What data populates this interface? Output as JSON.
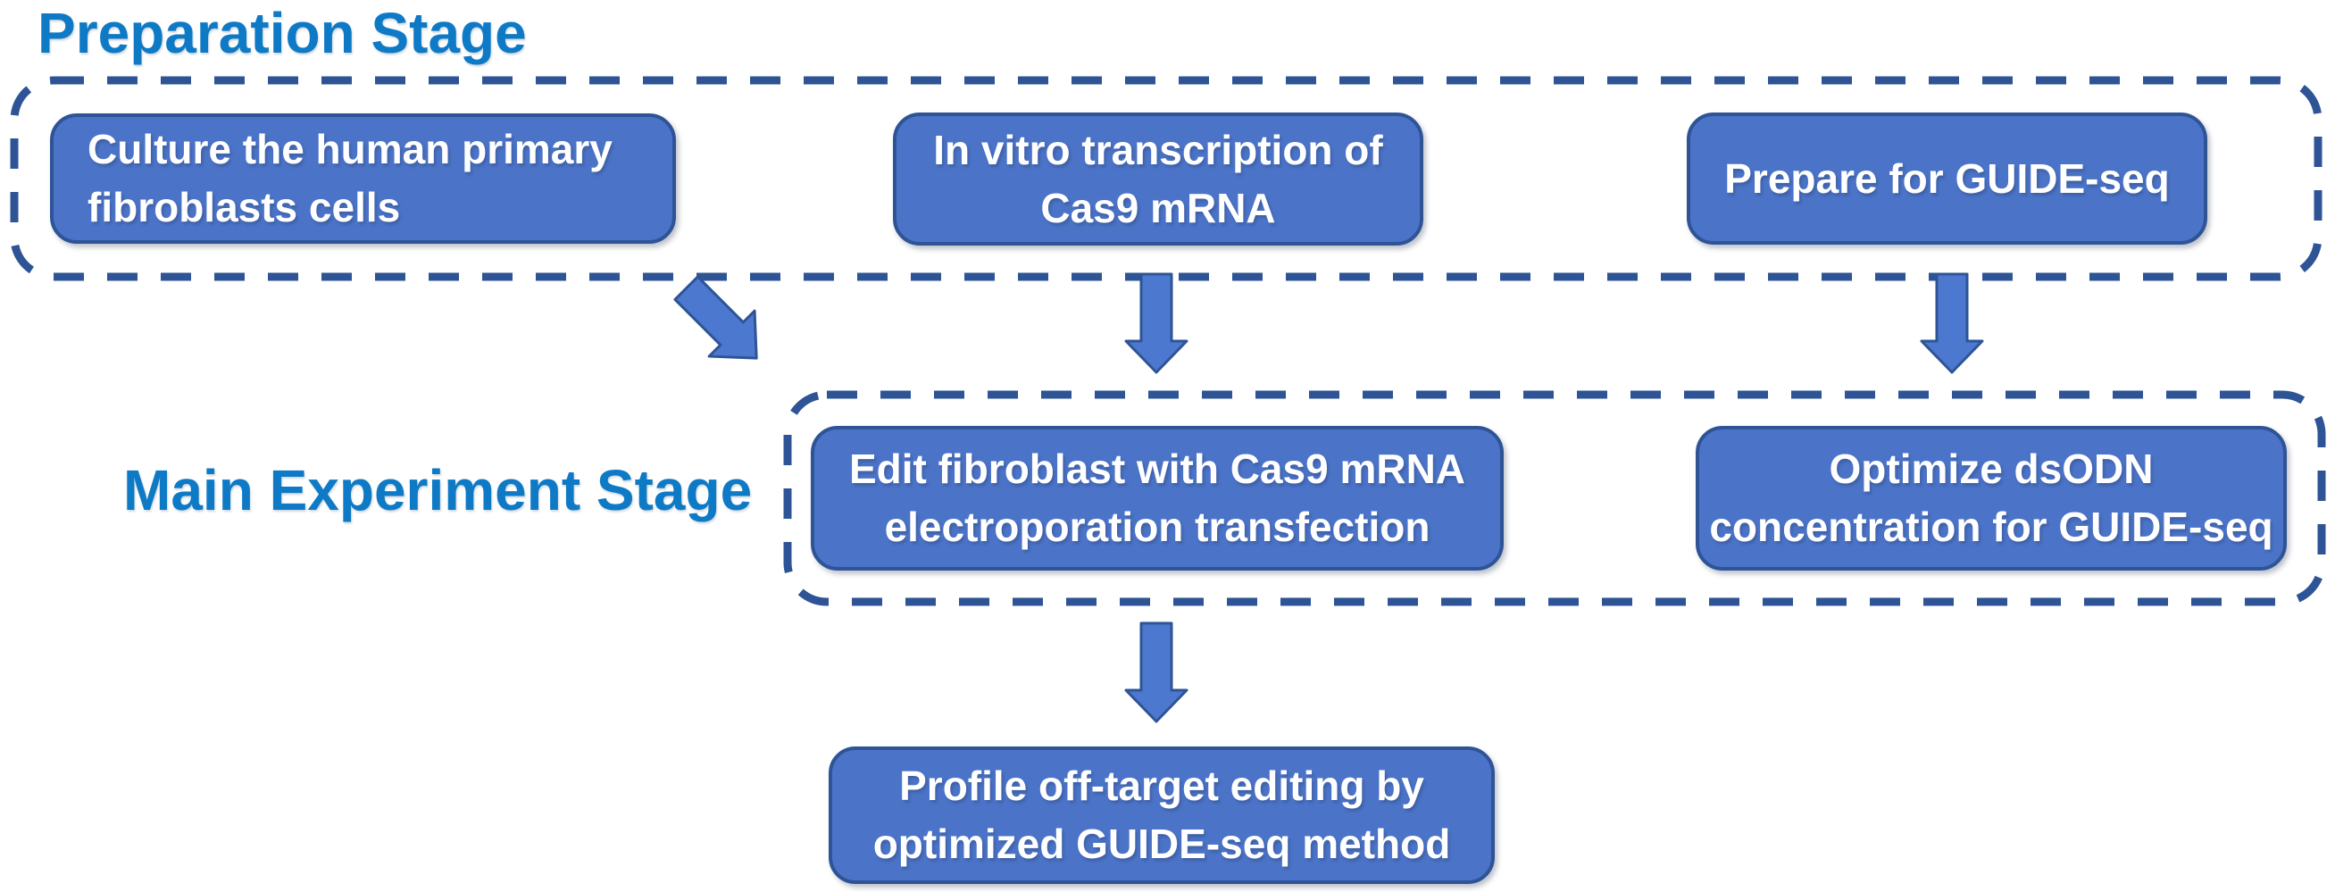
{
  "figure": {
    "type": "flowchart",
    "background": "#ffffff"
  },
  "colors": {
    "stage_title": "#0e7ac6",
    "box_fill": "#4b74c9",
    "box_border": "#2e5496",
    "box_text": "#ffffff",
    "dashed_border": "#2e5496",
    "arrow_fill": "#4c78d0",
    "arrow_border": "#2e5496"
  },
  "stages": {
    "preparation": {
      "title": "Preparation Stage"
    },
    "main": {
      "title": "Main Experiment Stage"
    }
  },
  "boxes": {
    "culture": {
      "line1": "Culture the human primary",
      "line2": "fibroblasts cells"
    },
    "ivt": {
      "line1": "In vitro transcription of",
      "line2": "Cas9 mRNA"
    },
    "prepare": {
      "line1": "Prepare for GUIDE-seq"
    },
    "edit": {
      "line1": "Edit fibroblast with Cas9 mRNA",
      "line2": "electroporation transfection"
    },
    "optimize": {
      "line1": "Optimize dsODN",
      "line2": "concentration for GUIDE-seq"
    },
    "profile": {
      "line1": "Profile off-target editing by",
      "line2": "optimized GUIDE-seq method"
    }
  },
  "arrows": [
    {
      "name": "culture-to-main-stage",
      "direction": "southeast"
    },
    {
      "name": "ivt-to-edit",
      "direction": "down"
    },
    {
      "name": "prepare-to-optimize",
      "direction": "down"
    },
    {
      "name": "edit-to-profile",
      "direction": "down"
    }
  ]
}
